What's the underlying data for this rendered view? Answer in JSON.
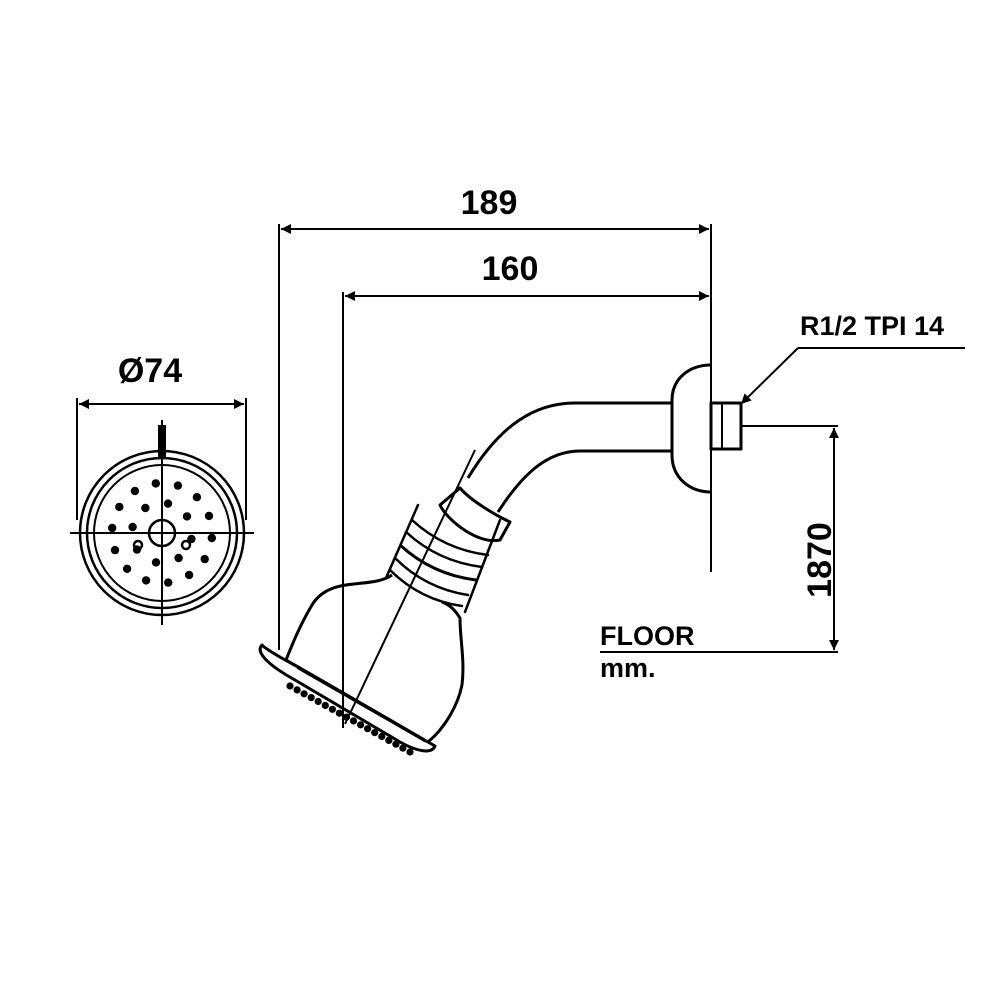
{
  "dimensions": {
    "overall_length": "189",
    "arm_length": "160",
    "face_diameter": "Ø74",
    "height_from_floor": "1870"
  },
  "notes": {
    "thread": "R1/2 TPI 14",
    "floor": "FLOOR",
    "unit": "mm."
  },
  "colors": {
    "line": "#000000",
    "background": "#ffffff"
  }
}
